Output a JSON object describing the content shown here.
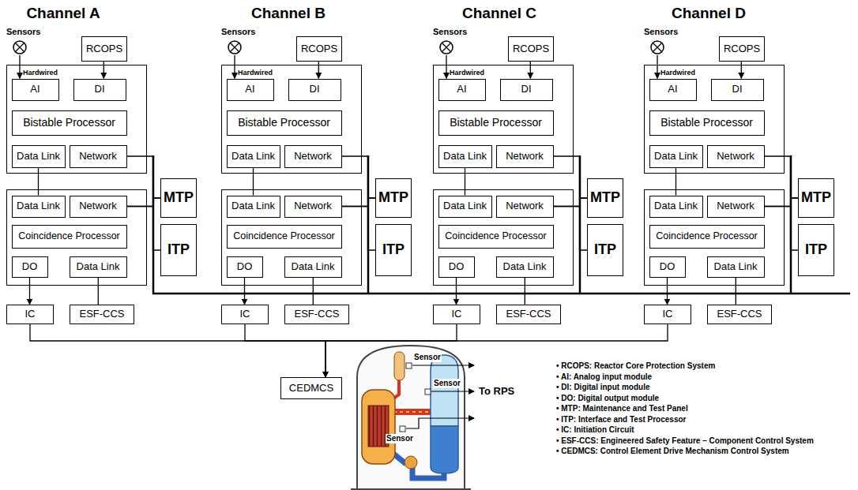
{
  "diagram": {
    "nodes": [
      {
        "text": [
          "Sensors"
        ]
      },
      {
        "text": [
          "RCOPS"
        ]
      },
      {
        "text": []
      },
      {
        "text": [
          "AI"
        ],
        "in": 2
      },
      {
        "text": [
          "DI"
        ],
        "in": 2
      },
      {
        "text": [
          "Bistable Processor"
        ],
        "in": 2
      },
      {
        "text": [
          "Data Link"
        ],
        "in": 2
      },
      {
        "text": [
          "Network"
        ],
        "in": 2
      },
      {
        "text": [
          "MTP"
        ]
      },
      {
        "text": []
      },
      {
        "text": [
          "Data Link"
        ],
        "in": 9
      },
      {
        "text": [
          "Network"
        ],
        "in": 9
      },
      {
        "text": [
          "Coincidence Processor"
        ],
        "in": 9
      },
      {
        "text": [
          "DO"
        ],
        "in": 9
      },
      {
        "text": [
          "Data Link"
        ],
        "in": 9
      },
      {
        "text": [
          "ITP"
        ]
      },
      {
        "text": [
          "IC"
        ]
      },
      {
        "text": [
          "ESF-CCS"
        ]
      },
      {
        "text": [
          "Sensors"
        ]
      },
      {
        "text": [
          "RCOPS"
        ]
      },
      {
        "text": []
      },
      {
        "text": [
          "AI"
        ],
        "in": 20
      },
      {
        "text": [
          "DI"
        ],
        "in": 20
      },
      {
        "text": [
          "Bistable Processor"
        ],
        "in": 20
      },
      {
        "text": [
          "Data Link"
        ],
        "in": 20
      },
      {
        "text": [
          "Network"
        ],
        "in": 20
      },
      {
        "text": [
          "MTP"
        ]
      },
      {
        "text": []
      },
      {
        "text": [
          "Data Link"
        ],
        "in": 27
      },
      {
        "text": [
          "Network"
        ],
        "in": 27
      },
      {
        "text": [
          "Coincidence Processor"
        ],
        "in": 27
      },
      {
        "text": [
          "DO"
        ],
        "in": 27
      },
      {
        "text": [
          "Data Link"
        ],
        "in": 27
      },
      {
        "text": [
          "ITP"
        ]
      },
      {
        "text": [
          "IC"
        ]
      },
      {
        "text": [
          "ESF-CCS"
        ]
      },
      {
        "text": [
          "Sensors"
        ]
      },
      {
        "text": [
          "RCOPS"
        ]
      },
      {
        "text": []
      },
      {
        "text": [
          "AI"
        ],
        "in": 38
      },
      {
        "text": [
          "DI"
        ],
        "in": 38
      },
      {
        "text": [
          "Bistable Processor"
        ],
        "in": 38
      },
      {
        "text": [
          "Data Link"
        ],
        "in": 38
      },
      {
        "text": [
          "Network"
        ],
        "in": 38
      },
      {
        "text": [
          "MTP"
        ]
      },
      {
        "text": []
      },
      {
        "text": [
          "Data Link"
        ],
        "in": 45
      },
      {
        "text": [
          "Network"
        ],
        "in": 45
      },
      {
        "text": [
          "Coincidence Processor"
        ],
        "in": 45
      },
      {
        "text": [
          "DO"
        ],
        "in": 45
      },
      {
        "text": [
          "Data Link"
        ],
        "in": 45
      },
      {
        "text": [
          "ITP"
        ]
      },
      {
        "text": [
          "IC"
        ]
      },
      {
        "text": [
          "ESF-CCS"
        ]
      },
      {
        "text": [
          "Sensors"
        ]
      },
      {
        "text": [
          "RCOPS"
        ]
      },
      {
        "text": []
      },
      {
        "text": [
          "AI"
        ],
        "in": 56
      },
      {
        "text": [
          "DI"
        ],
        "in": 56
      },
      {
        "text": [
          "Bistable Processor"
        ],
        "in": 56
      },
      {
        "text": [
          "Data Link"
        ],
        "in": 56
      },
      {
        "text": [
          "Network"
        ],
        "in": 56
      },
      {
        "text": [
          "MTP"
        ]
      },
      {
        "text": []
      },
      {
        "text": [
          "Data Link"
        ],
        "in": 63
      },
      {
        "text": [
          "Network"
        ],
        "in": 63
      },
      {
        "text": [
          "Coincidence Processor"
        ],
        "in": 63
      },
      {
        "text": [
          "DO"
        ],
        "in": 63
      },
      {
        "text": [
          "Data Link"
        ],
        "in": 63
      },
      {
        "text": [
          "ITP"
        ]
      },
      {
        "text": [
          "IC"
        ]
      },
      {
        "text": [
          "ESF-CCS"
        ]
      },
      {
        "text": [
          "CEDMCS"
        ]
      }
    ],
    "edges": [
      {
        "from": 0,
        "to": 3,
        "arrow": "to",
        "label": "Hardwired"
      },
      {
        "from": 1,
        "to": 4,
        "arrow": "to"
      },
      {
        "from": 6,
        "to": 10,
        "arrow": "none"
      },
      {
        "from": 7,
        "to": 8,
        "arrow": "none"
      },
      {
        "from": 11,
        "to": 8,
        "arrow": "none"
      },
      {
        "from": 11,
        "to": 15,
        "arrow": "none"
      },
      {
        "from": 13,
        "to": 16,
        "arrow": "to"
      },
      {
        "from": 14,
        "to": 17,
        "arrow": "none"
      },
      {
        "from": 16,
        "to": 72,
        "arrow": "to"
      },
      {
        "from": 18,
        "to": 21,
        "arrow": "to",
        "label": "Hardwired"
      },
      {
        "from": 19,
        "to": 22,
        "arrow": "to"
      },
      {
        "from": 24,
        "to": 28,
        "arrow": "none"
      },
      {
        "from": 25,
        "to": 26,
        "arrow": "none"
      },
      {
        "from": 29,
        "to": 26,
        "arrow": "none"
      },
      {
        "from": 29,
        "to": 33,
        "arrow": "none"
      },
      {
        "from": 31,
        "to": 34,
        "arrow": "to"
      },
      {
        "from": 32,
        "to": 35,
        "arrow": "none"
      },
      {
        "from": 34,
        "to": 72,
        "arrow": "to"
      },
      {
        "from": 36,
        "to": 39,
        "arrow": "to",
        "label": "Hardwired"
      },
      {
        "from": 37,
        "to": 40,
        "arrow": "to"
      },
      {
        "from": 42,
        "to": 46,
        "arrow": "none"
      },
      {
        "from": 43,
        "to": 44,
        "arrow": "none"
      },
      {
        "from": 47,
        "to": 44,
        "arrow": "none"
      },
      {
        "from": 47,
        "to": 51,
        "arrow": "none"
      },
      {
        "from": 49,
        "to": 52,
        "arrow": "to"
      },
      {
        "from": 50,
        "to": 53,
        "arrow": "none"
      },
      {
        "from": 52,
        "to": 72,
        "arrow": "to"
      },
      {
        "from": 54,
        "to": 57,
        "arrow": "to",
        "label": "Hardwired"
      },
      {
        "from": 55,
        "to": 58,
        "arrow": "to"
      },
      {
        "from": 60,
        "to": 64,
        "arrow": "none"
      },
      {
        "from": 61,
        "to": 62,
        "arrow": "none"
      },
      {
        "from": 65,
        "to": 62,
        "arrow": "none"
      },
      {
        "from": 65,
        "to": 69,
        "arrow": "none"
      },
      {
        "from": 67,
        "to": 70,
        "arrow": "to"
      },
      {
        "from": 68,
        "to": 71,
        "arrow": "none"
      },
      {
        "from": 70,
        "to": 72,
        "arrow": "to"
      }
    ],
    "labels": [
      "Channel A",
      "Channel B",
      "Channel C",
      "Channel D",
      "Sensor",
      "Sensor",
      "Sensor",
      "To RPS",
      "• RCOPS: Reactor Core Protection System",
      "• AI: Analog input module",
      "• DI: Digital input module",
      "• DO: Digital output module",
      "• MTP: Maintenance and Test Panel",
      "• ITP: Interface and Test Processor",
      "• IC: Initiation Circuit",
      "• ESF-CCS: Engineered Safety Feature – Component Control System",
      "• CEDMCS: Control Element Drive Mechanism Control System"
    ]
  }
}
